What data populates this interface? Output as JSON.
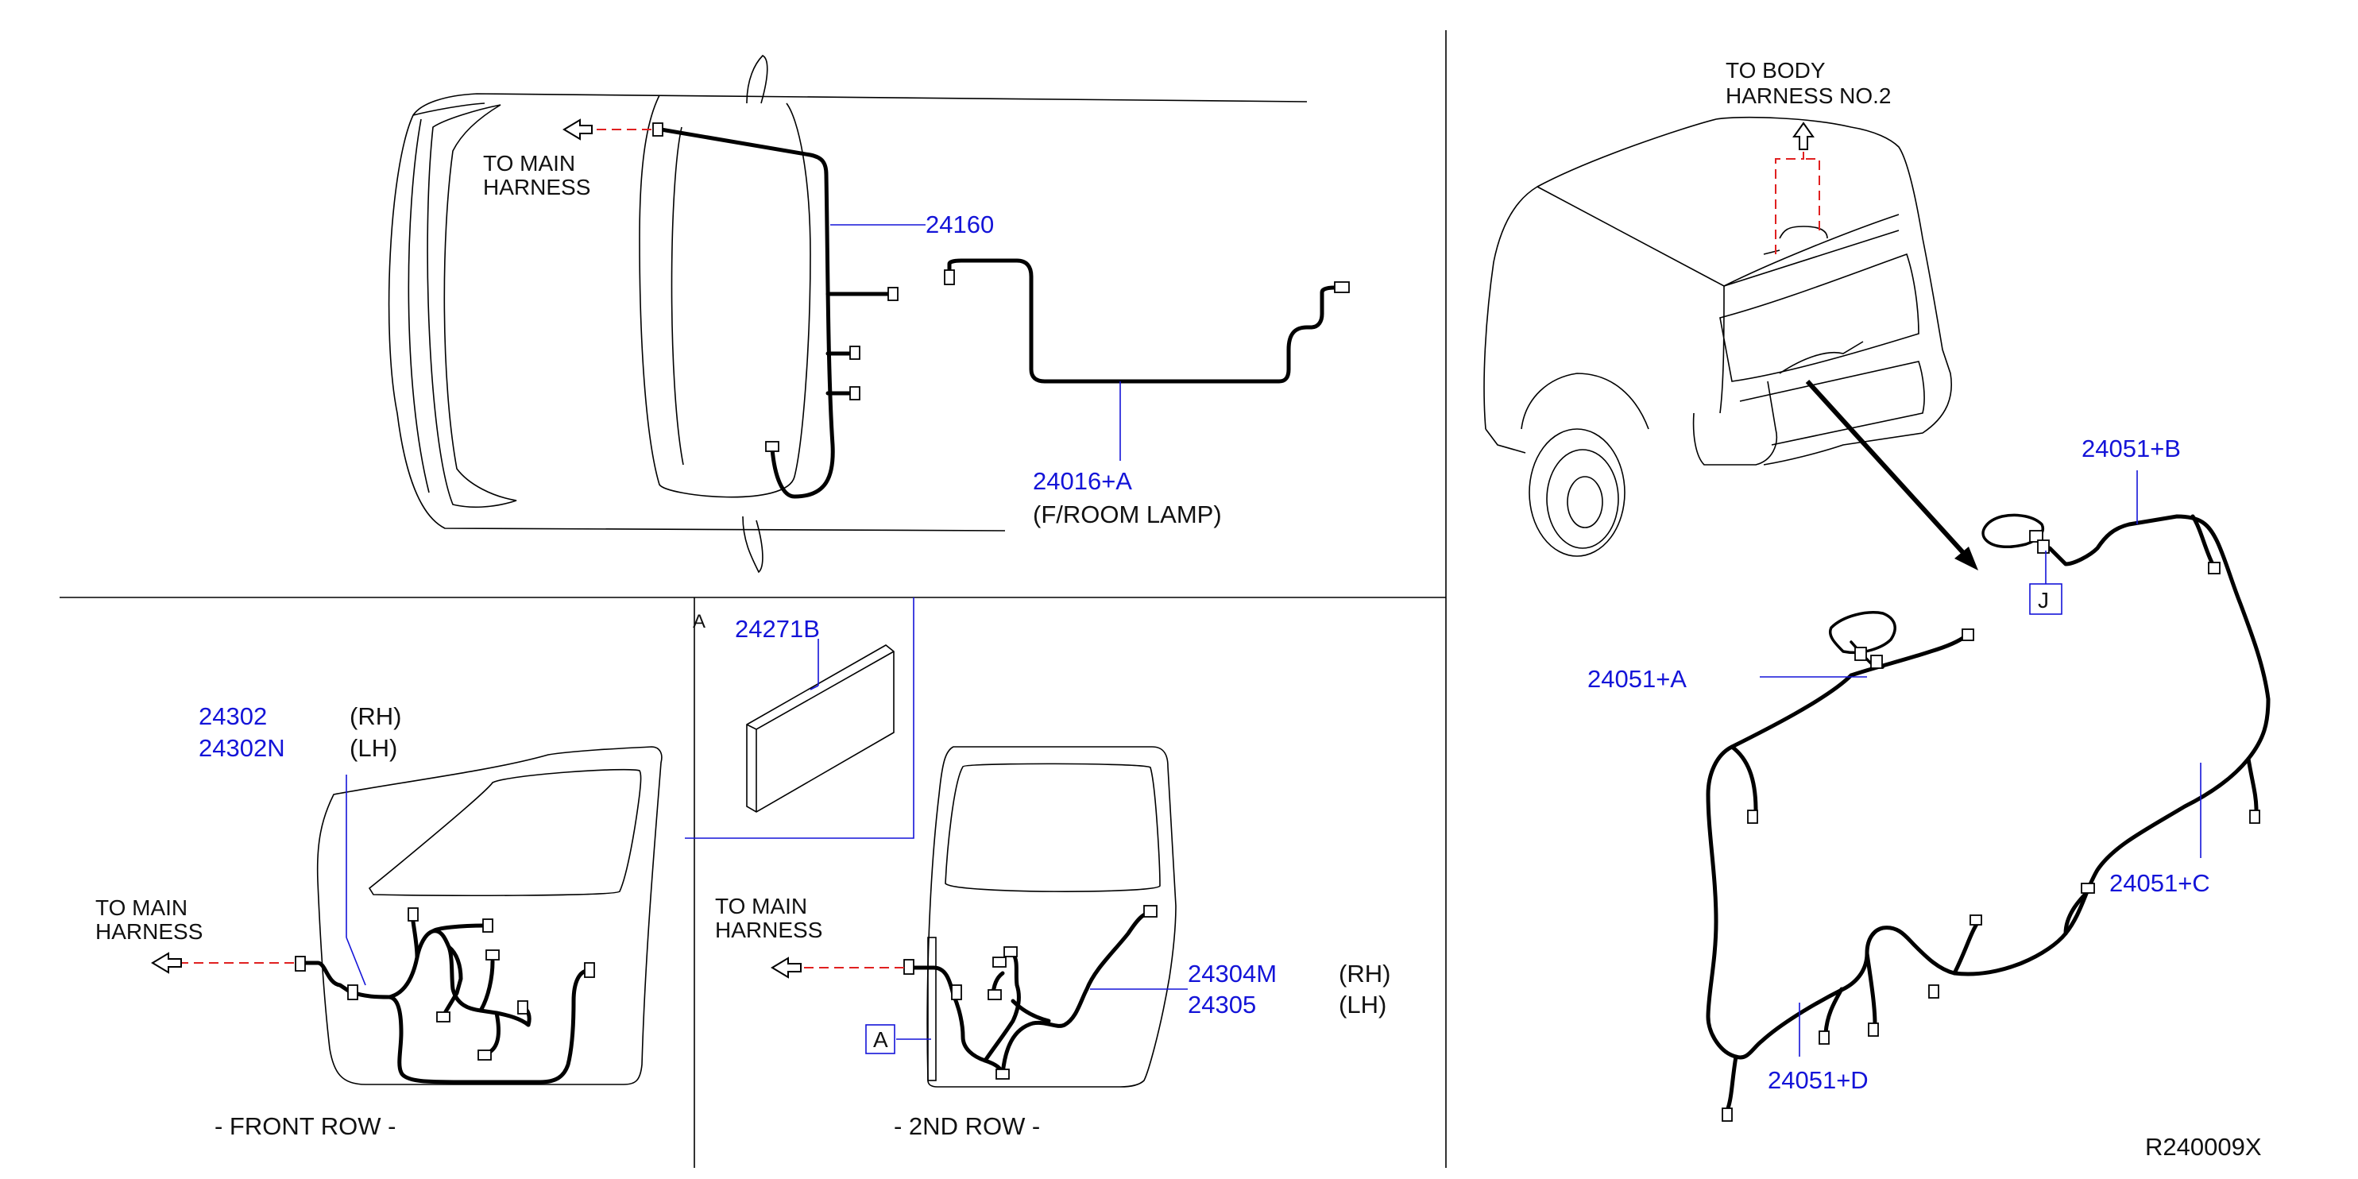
{
  "labels": {
    "p24160": "24160",
    "p24016a": "24016+A",
    "froom_lamp": "(F/ROOM  LAMP)",
    "to_main_harness_top_1": "TO  MAIN",
    "to_main_harness_top_2": "HARNESS",
    "p24271b": "24271B",
    "ref_a_small": "A",
    "p24302": "24302",
    "p24302n": "24302N",
    "rh_front": "(RH)",
    "lh_front": "(LH)",
    "to_main_front_1": "TO  MAIN",
    "to_main_front_2": "HARNESS",
    "front_row": "-  FRONT  ROW  -",
    "to_main_rear_1": "TO  MAIN",
    "to_main_rear_2": "HARNESS",
    "p24304m": "24304M",
    "p24305": "24305",
    "rh_rear": "(RH)",
    "lh_rear": "(LH)",
    "ref_a_box": "A",
    "second_row": "-  2ND  ROW  -",
    "to_body_1": "TO  BODY",
    "to_body_2": "HARNESS  NO.2",
    "p24051b": "24051+B",
    "ref_j_box": "J",
    "p24051a": "24051+A",
    "p24051c": "24051+C",
    "p24051d": "24051+D",
    "diagram_code": "R240009X"
  },
  "colors": {
    "part_number": "#1414d8",
    "connection_dash": "#e02020",
    "harness": "#000000"
  }
}
